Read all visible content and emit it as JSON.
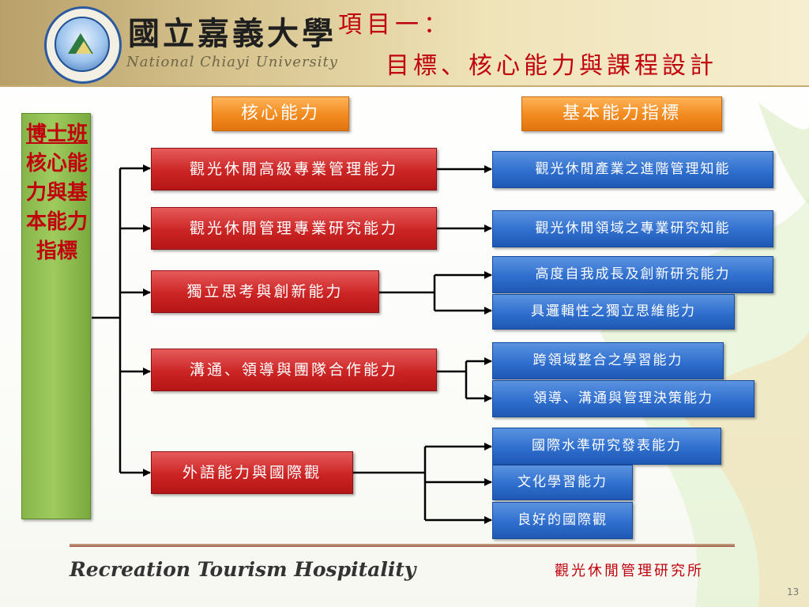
{
  "header": {
    "university_name": "國立嘉義大學",
    "university_english": "National Chiayi University",
    "title_line1": "項目一：",
    "title_line2": "目標、核心能力與課程設計"
  },
  "left_box": {
    "title_part1": "博士班",
    "title_part2": "核心能力與基本能力指標"
  },
  "column_headers": {
    "core": "核心能力",
    "basic": "基本能力指標"
  },
  "core_abilities": [
    "觀光休閒高級專業管理能力",
    "觀光休閒管理專業研究能力",
    "獨立思考與創新能力",
    "溝通、領導與團隊合作能力",
    "外語能力與國際觀"
  ],
  "indicators": [
    "觀光休閒產業之進階管理知能",
    "觀光休閒領域之專業研究知能",
    "高度自我成長及創新研究能力",
    "具邏輯性之獨立思維能力",
    "跨領域整合之學習能力",
    "領導、溝通與管理決策能力",
    "國際水準研究發表能力",
    "文化學習能力",
    "良好的國際觀"
  ],
  "footer": {
    "slogan": "Recreation Tourism Hospitality",
    "department": "觀光休閒管理研究所",
    "page_number": "13"
  }
}
